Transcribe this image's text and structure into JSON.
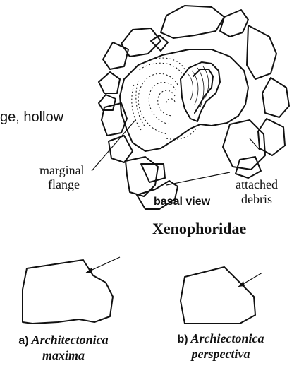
{
  "intro_text_fragment": "ge, hollow",
  "family_title": "Xenophoridae",
  "view_label": "basal view",
  "labels": {
    "marginal_flange": {
      "line1": "marginal",
      "line2": "flange"
    },
    "attached_debris": {
      "line1": "attached",
      "line2": "debris"
    }
  },
  "captions": {
    "a": {
      "prefix": "a)",
      "name_line1": "Architectonica",
      "name_line2": "maxima"
    },
    "b": {
      "prefix": "b)",
      "name_line1": "Archiectonica",
      "name_line2": "perspectiva"
    }
  },
  "colors": {
    "ink": "#111111",
    "background": "#ffffff"
  }
}
